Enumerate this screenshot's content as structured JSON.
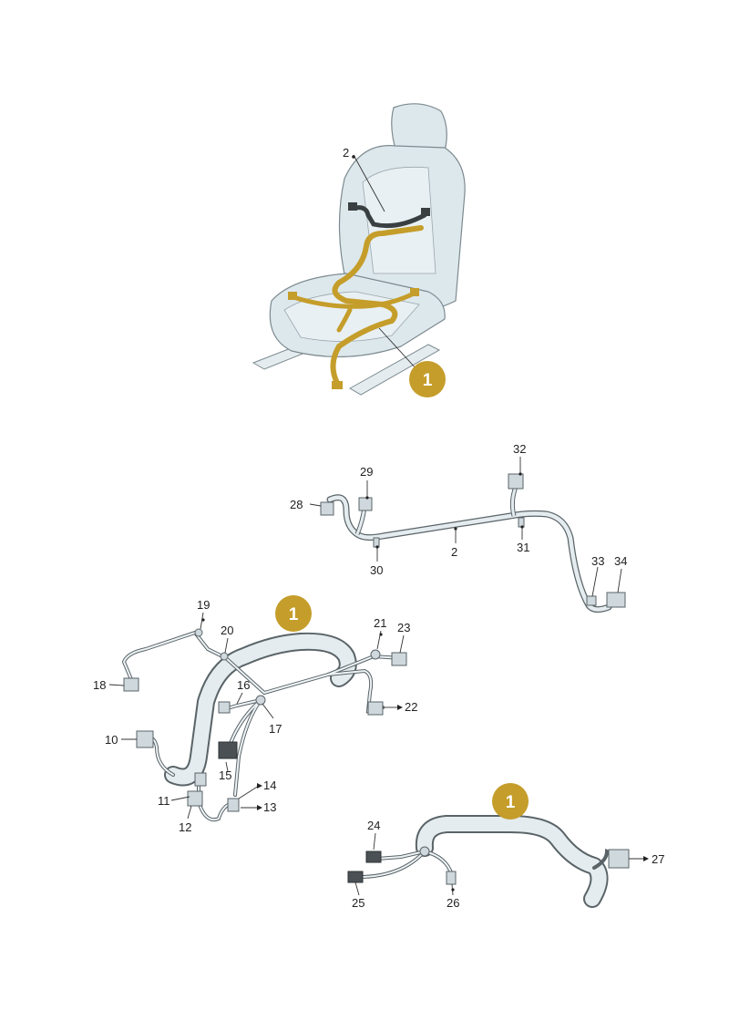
{
  "colors": {
    "accent": "#c59d2a",
    "harness_light": "#dfe9ec",
    "harness_edge": "#5a6468",
    "seat_fill": "#dde8ec",
    "seat_edge": "#7c8a90"
  },
  "badges": [
    {
      "label": "1"
    },
    {
      "label": "1"
    },
    {
      "label": "1"
    }
  ],
  "callouts": {
    "c2_seat": "2",
    "c28": "28",
    "c29": "29",
    "c32": "32",
    "c2": "2",
    "c31": "31",
    "c30": "30",
    "c33": "33",
    "c34": "34",
    "c19": "19",
    "c20": "20",
    "c18": "18",
    "c16": "16",
    "c17": "17",
    "c21": "21",
    "c23": "23",
    "c22": "22",
    "c10": "10",
    "c15": "15",
    "c14": "14",
    "c13": "13",
    "c11": "11",
    "c12": "12",
    "c24": "24",
    "c25": "25",
    "c26": "26",
    "c27": "27"
  }
}
